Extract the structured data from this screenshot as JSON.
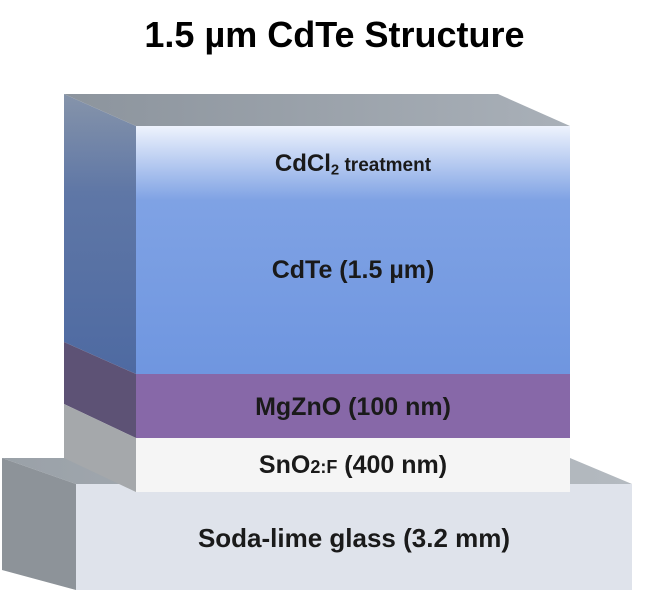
{
  "title": "1.5 µm CdTe Structure",
  "layers": {
    "cdcl2": {
      "name": "CdCl",
      "sub": "2",
      "suffix": " treatment"
    },
    "cdte": {
      "label": "CdTe (1.5 µm)"
    },
    "mgzno": {
      "label": "MgZnO (100 nm)"
    },
    "sno2": {
      "prefix": "SnO",
      "mid": "2:F",
      "suffix": " (400 nm)"
    },
    "glass": {
      "label": "Soda-lime glass (3.2 mm)"
    }
  },
  "colors": {
    "cdte_top": "#dde8fb",
    "cdte_main": "#7097e0",
    "mgzno": "#8768a8",
    "sno2": "#f4f4f4",
    "glass_front": "#dfe3ec",
    "glass_side": "#8f959c"
  }
}
